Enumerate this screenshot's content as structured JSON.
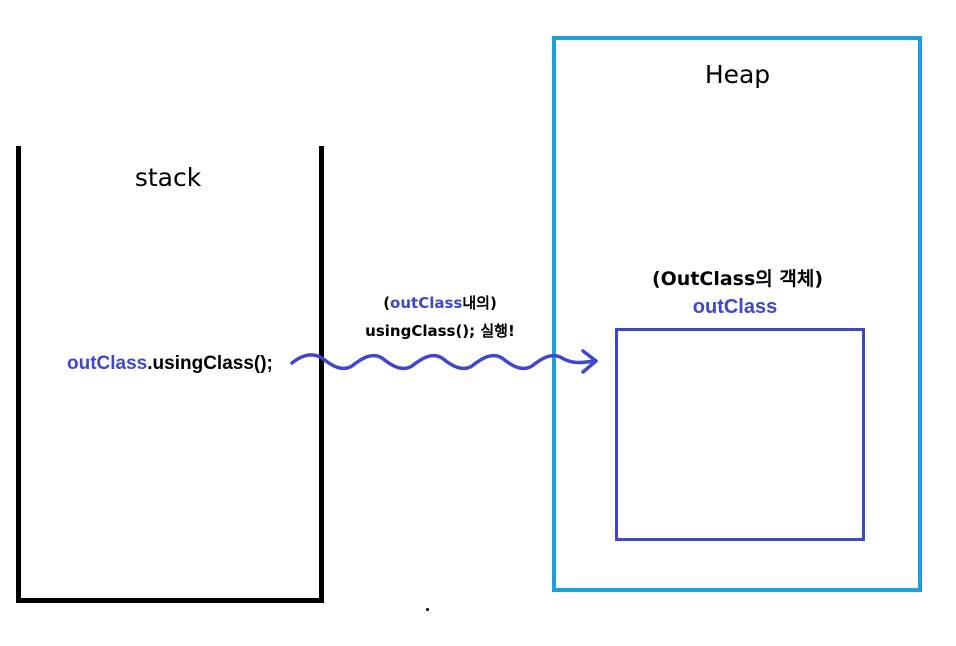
{
  "stack": {
    "title": "stack",
    "call_object": "outClass",
    "call_method": ".usingClass();"
  },
  "heap": {
    "title": "Heap",
    "object_caption": "(OutClass의 객체)",
    "object_name": "outClass"
  },
  "arrow_note": {
    "line1_open": "(",
    "line1_object": "outClass",
    "line1_rest": "내의)",
    "line2": "usingClass(); 실행!"
  },
  "colors": {
    "stack_border": "#000000",
    "heap_border": "#1ea0de",
    "object_blue": "#3f48cc",
    "arrow": "#3f48cc"
  }
}
